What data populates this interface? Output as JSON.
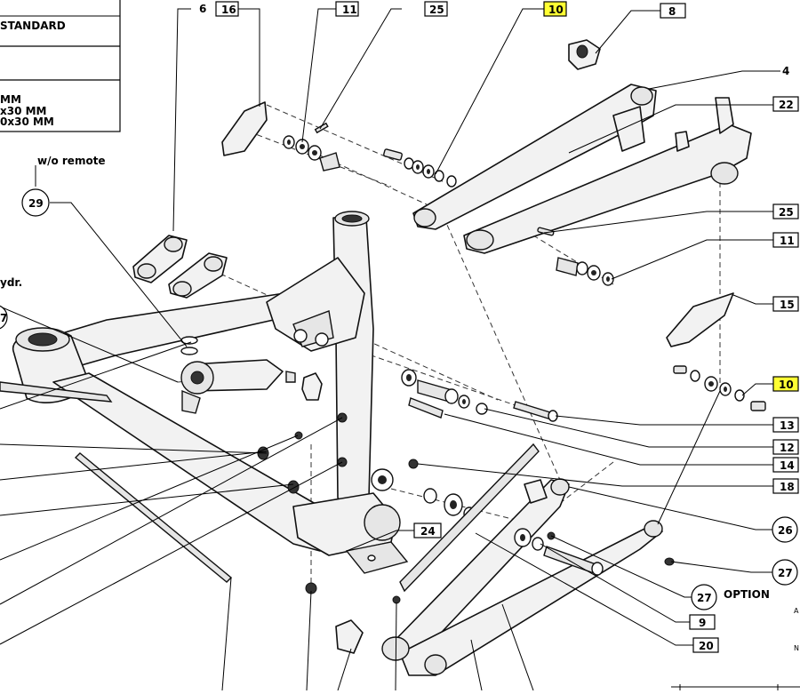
{
  "title_block": {
    "line1": "STANDARD",
    "line2": "MM",
    "line3": "x30 MM",
    "line4": "0x30 MM"
  },
  "notes": {
    "wo_remote": "w/o remote",
    "hydr": "ydr.",
    "option": "OPTION",
    "edge_letter": "N",
    "edge_letter2": "A"
  },
  "callouts": {
    "c6": "6",
    "c16": "16",
    "c11a": "11",
    "c25a": "25",
    "c10a": "10",
    "c8": "8",
    "c4": "4",
    "c22": "22",
    "c25b": "25",
    "c11b": "11",
    "c15": "15",
    "c29": "29",
    "c10b": "10",
    "c13": "13",
    "c12": "12",
    "c14": "14",
    "c18": "18",
    "c26": "26",
    "c27a": "27",
    "c27b": "27",
    "c9": "9",
    "c20": "20",
    "c24": "24",
    "c7": "7"
  },
  "colors": {
    "highlight": "#ffff33",
    "line": "#000000"
  }
}
